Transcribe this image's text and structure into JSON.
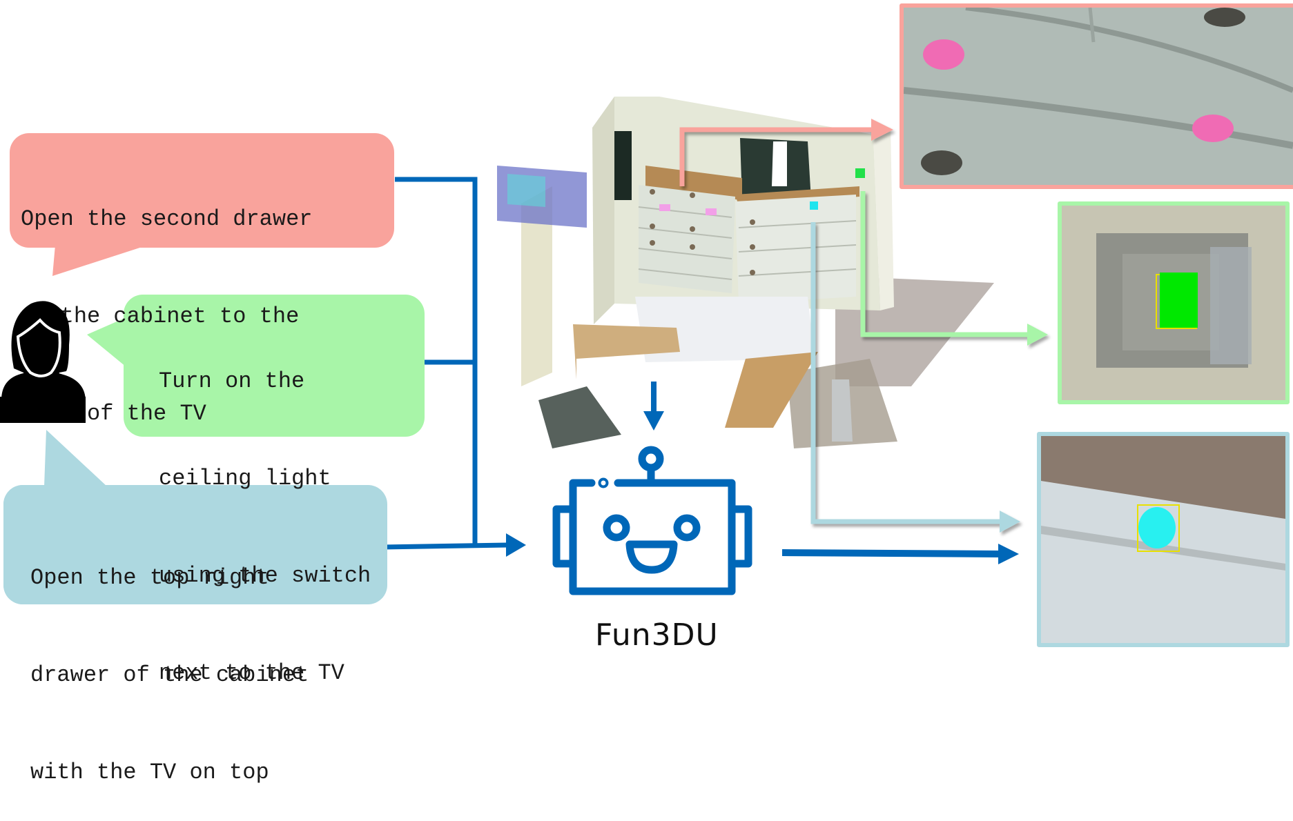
{
  "colors": {
    "request_red": "#f9a39c",
    "request_green": "#a8f5a8",
    "request_blue": "#add8e0",
    "flow_blue": "#0067b8",
    "mask_pink": "#f06bb4",
    "mask_green": "#00e800",
    "mask_cyan": "#28f0f0",
    "bbox_yellow": "#e8e000"
  },
  "user": {
    "icon": "woman-user-icon"
  },
  "requests": [
    {
      "id": "red",
      "lines": [
        "Open the second drawer",
        "of the cabinet to the",
        "left of the TV"
      ]
    },
    {
      "id": "green",
      "lines": [
        "Turn on the",
        "ceiling light",
        "using the switch",
        "next to the TV"
      ]
    },
    {
      "id": "blue",
      "lines": [
        "Open the top right",
        "drawer of the cabinet",
        "with the TV on top"
      ]
    }
  ],
  "scene": {
    "icon": "point-cloud-bedroom-scene",
    "markers": [
      "pink-drawer-knob-markers",
      "green-switch-marker",
      "cyan-drawer-marker"
    ]
  },
  "agent": {
    "icon": "robot-icon",
    "name": "Fun3DU"
  },
  "outputs": [
    {
      "id": "red",
      "content": "drawer-knobs-pink-mask"
    },
    {
      "id": "green",
      "content": "light-switch-green-mask"
    },
    {
      "id": "blue",
      "content": "drawer-handle-cyan-mask"
    }
  ]
}
